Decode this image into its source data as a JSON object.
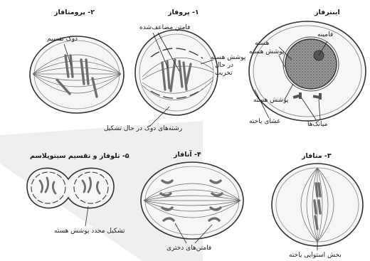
{
  "stages": {
    "interphase": {
      "title": "اینترفاز",
      "labels": {
        "chromatin": "فامینه",
        "nucleus": "هسته",
        "nuclear_envelope": "پوشش هسته",
        "cell_membrane": "غشای یاخته",
        "centrioles": "میانک‌ها"
      }
    },
    "prophase": {
      "title": "۱- پروفاز",
      "labels": {
        "duplicated_chromatids": "فامتن مضاعف‌شده",
        "envelope_breaking": [
          "پوشش هسته",
          "در حال",
          "تخریب"
        ],
        "spindle_forming": "رشته‌های دوک در حال تشکیل"
      }
    },
    "prometaphase": {
      "title": "۲- پرومتافاز",
      "labels": {
        "spindle": "دوک تقسیم"
      }
    },
    "metaphase": {
      "title": "۳- متافاز",
      "labels": {
        "equatorial_plate": "بخش استوایی یاخته"
      }
    },
    "anaphase": {
      "title": "۴- آنافاز",
      "labels": {
        "daughter_chromosomes": "فامتن‌های دختری"
      }
    },
    "telophase": {
      "title": "۵- تلوفاز و تقسیم سیتوپلاسم",
      "labels": {
        "envelope_reforming": "تشکیل مجدد پوشش هسته"
      }
    }
  },
  "colors": {
    "outline": "#3a3a3a",
    "fiber": "#555555",
    "chromosome": "#7a7a7a",
    "chromatin_fill": "#8a8a8a",
    "cell_fill": "#f4f4f4",
    "panel_shadow": "#e9e9e9"
  }
}
